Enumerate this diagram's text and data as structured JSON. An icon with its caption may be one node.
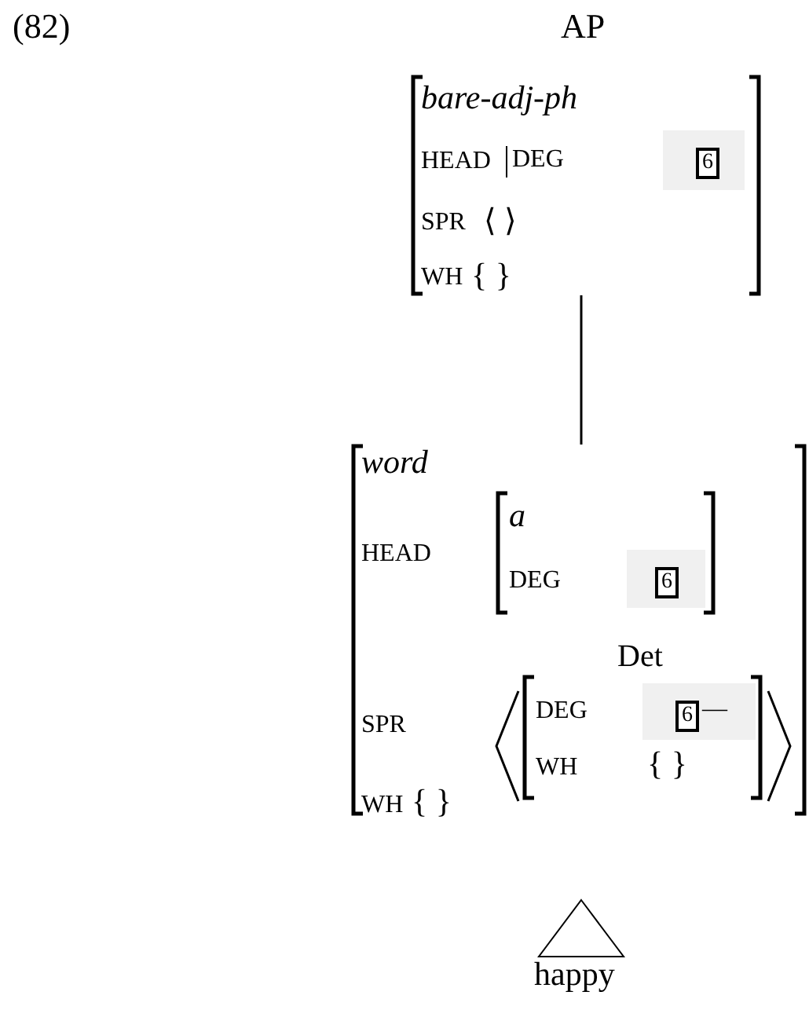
{
  "diagram": {
    "nodes": [
      {
        "text": [
          "AP",
          "bare-adj-ph",
          "HEAD",
          "DEG",
          "SPR",
          "⟨ ⟩",
          "WH",
          "{ }"
        ]
      },
      {
        "text": [
          "6"
        ],
        "in": 0
      },
      {
        "text": [
          "word",
          "HEAD",
          "SPR",
          "WH",
          "{ }"
        ]
      },
      {
        "text": [
          "a",
          "DEG"
        ],
        "in": 2
      },
      {
        "text": [
          "6"
        ],
        "in": 3
      },
      {
        "text": [
          "Det",
          "DEG",
          "WH",
          "{ }"
        ],
        "in": 2
      },
      {
        "text": [
          "6",
          "—"
        ],
        "in": 5
      },
      {
        "text": [],
        "shape": "triangle"
      },
      {
        "text": [
          "happy"
        ]
      }
    ],
    "edges": [
      {
        "from": 0,
        "to": 2,
        "arrow": "none"
      }
    ],
    "labels": [
      "(82)"
    ]
  }
}
